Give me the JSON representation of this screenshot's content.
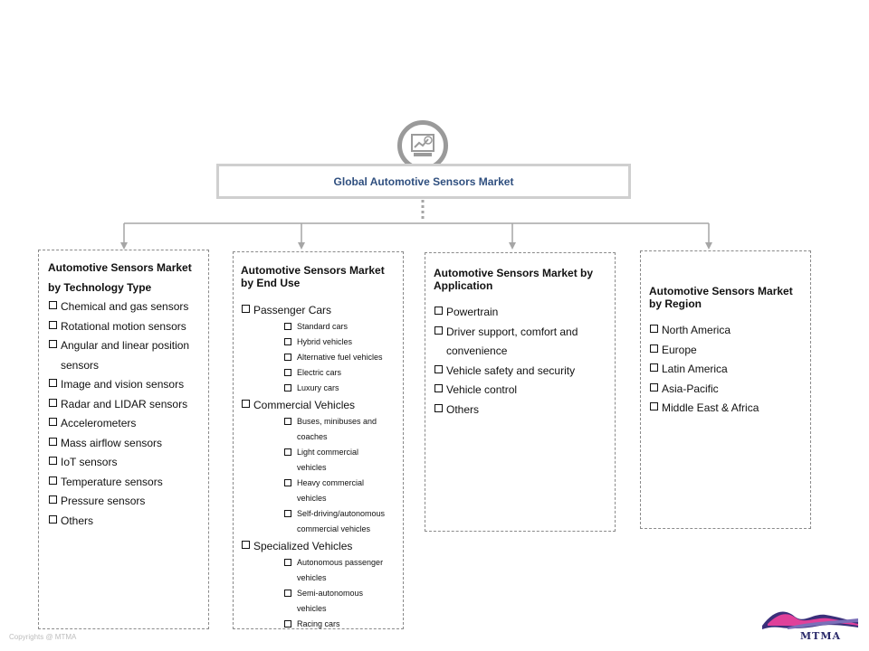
{
  "root": {
    "title": "Global Automotive Sensors Market",
    "icon": "market-chart-icon"
  },
  "columns": [
    {
      "title": "Automotive  Sensors Market by Technology  Type",
      "items": [
        "Chemical and gas sensors",
        "Rotational motion sensors",
        "Angular and linear position sensors",
        "Image and vision sensors",
        "Radar and LIDAR sensors",
        "Accelerometers",
        "Mass airflow sensors",
        "IoT  sensors",
        "Temperature sensors",
        "Pressure sensors",
        "Others"
      ]
    },
    {
      "title": "Automotive  Sensors Market by End  Use",
      "groups": [
        {
          "label": "Passenger Cars",
          "subs": [
            "Standard cars",
            "Hybrid vehicles",
            "Alternative fuel vehicles",
            "Electric cars",
            "Luxury cars"
          ]
        },
        {
          "label": "Commercial Vehicles",
          "subs": [
            "Buses, minibuses and coaches",
            "Light commercial vehicles",
            "Heavy commercial vehicles",
            "Self-driving/autonomous commercial vehicles"
          ]
        },
        {
          "label": "Specialized Vehicles",
          "subs": [
            "Autonomous passenger vehicles",
            "Semi-autonomous vehicles",
            "Racing cars"
          ]
        }
      ]
    },
    {
      "title": "Automotive  Sensors Market by Application",
      "items": [
        "Powertrain",
        "Driver support, comfort and convenience",
        "Vehicle safety and security",
        "Vehicle control",
        "Others"
      ]
    },
    {
      "title": "Automotive  Sensors Market by Region",
      "items": [
        "North America",
        "Europe",
        "Latin America",
        "Asia-Pacific",
        "Middle East & Africa"
      ]
    }
  ],
  "footer": {
    "copyright": "Copyrights @ MTMA",
    "logo_text": "MTMA"
  },
  "colors": {
    "root_text": "#2f4f7f",
    "connector": "#a6a6a6",
    "logo_blue": "#2a2a6a",
    "logo_pink": "#e0409a"
  }
}
